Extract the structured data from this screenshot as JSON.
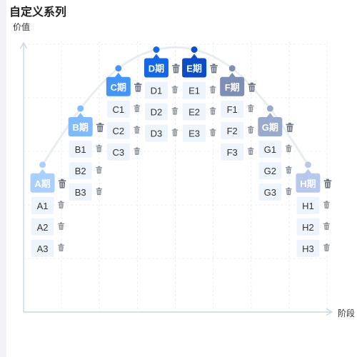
{
  "chart_data": {
    "type": "custom",
    "title": "自定义系列",
    "ylabel": "价值",
    "xlabel": "阶段",
    "grid": true,
    "phases": [
      {
        "name": "A期",
        "value": 0.55,
        "color": "#a9cfff",
        "items": [
          "A1",
          "A2",
          "A3"
        ]
      },
      {
        "name": "B期",
        "value": 0.76,
        "color": "#80bbff",
        "items": [
          "B1",
          "B2",
          "B3"
        ]
      },
      {
        "name": "C期",
        "value": 0.91,
        "color": "#4595f9",
        "items": [
          "C1",
          "C2",
          "C3"
        ]
      },
      {
        "name": "D期",
        "value": 0.98,
        "color": "#1468e6",
        "items": [
          "D1",
          "D2",
          "D3"
        ]
      },
      {
        "name": "E期",
        "value": 0.98,
        "color": "#0c4dc4",
        "items": [
          "E1",
          "E2",
          "E3"
        ]
      },
      {
        "name": "F期",
        "value": 0.91,
        "color": "#7d8fb6",
        "items": [
          "F1",
          "F2",
          "F3"
        ]
      },
      {
        "name": "G期",
        "value": 0.76,
        "color": "#9aaacd",
        "items": [
          "G1",
          "G2",
          "G3"
        ]
      },
      {
        "name": "H期",
        "value": 0.55,
        "color": "#b8c7ed",
        "items": [
          "H1",
          "H2",
          "H3"
        ]
      }
    ]
  }
}
